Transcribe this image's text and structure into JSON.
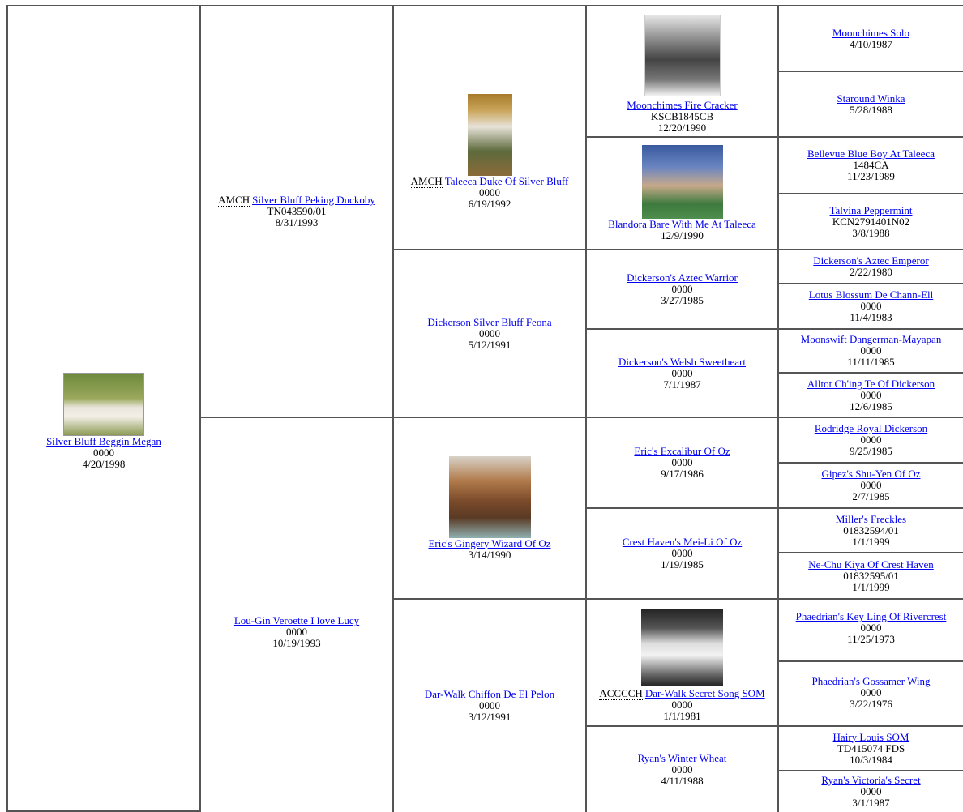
{
  "gen1": {
    "name": "Silver Bluff Beggin Megan",
    "reg": "0000",
    "dob": "4/20/1998"
  },
  "gen2": [
    {
      "title": "AMCH",
      "name": "Silver Bluff Peking Duckoby",
      "reg": "TN043590/01",
      "dob": "8/31/1993"
    },
    {
      "name": "Lou-Gin Veroette I love Lucy",
      "reg": "0000",
      "dob": "10/19/1993"
    }
  ],
  "gen3": [
    {
      "title": "AMCH",
      "name": "Taleeca Duke Of Silver Bluff",
      "reg": "0000",
      "dob": "6/19/1992"
    },
    {
      "name": "Dickerson Silver Bluff Feona",
      "reg": "0000",
      "dob": "5/12/1991"
    },
    {
      "name": "Eric's Gingery Wizard Of Oz",
      "dob": "3/14/1990"
    },
    {
      "name": "Dar-Walk Chiffon De El Pelon",
      "reg": "0000",
      "dob": "3/12/1991"
    }
  ],
  "gen4": [
    {
      "name": "Moonchimes Fire Cracker",
      "reg": "KSCB1845CB",
      "dob": "12/20/1990"
    },
    {
      "name": "Blandora Bare With Me At Taleeca",
      "dob": "12/9/1990"
    },
    {
      "name": "Dickerson's Aztec Warrior",
      "reg": "0000",
      "dob": "3/27/1985"
    },
    {
      "name": "Dickerson's Welsh Sweetheart",
      "reg": "0000",
      "dob": "7/1/1987"
    },
    {
      "name": "Eric's Excalibur Of Oz",
      "reg": "0000",
      "dob": "9/17/1986"
    },
    {
      "name": "Crest Haven's Mei-Li Of Oz",
      "reg": "0000",
      "dob": "1/19/1985"
    },
    {
      "title": "ACCCCH",
      "name": "Dar-Walk Secret Song SOM",
      "reg": "0000",
      "dob": "1/1/1981"
    },
    {
      "name": "Ryan's Winter Wheat",
      "reg": "0000",
      "dob": "4/11/1988"
    }
  ],
  "gen5": [
    {
      "name": "Moonchimes Solo",
      "dob": "4/10/1987"
    },
    {
      "name": "Staround Winka",
      "dob": "5/28/1988"
    },
    {
      "name": "Bellevue Blue Boy At Taleeca",
      "reg": "1484CA",
      "dob": "11/23/1989"
    },
    {
      "name": "Talvina Peppermint",
      "reg": "KCN2791401N02",
      "dob": "3/8/1988"
    },
    {
      "name": "Dickerson's Aztec Emperor",
      "dob": "2/22/1980"
    },
    {
      "name": "Lotus Blossum De Chann-Ell",
      "reg": "0000",
      "dob": "11/4/1983"
    },
    {
      "name": "Moonswift Dangerman-Mayapan",
      "reg": "0000",
      "dob": "11/11/1985"
    },
    {
      "name": "Alltot Ch'ing Te Of Dickerson",
      "reg": "0000",
      "dob": "12/6/1985"
    },
    {
      "name": "Rodridge Royal Dickerson",
      "reg": "0000",
      "dob": "9/25/1985"
    },
    {
      "name": "Gipez's Shu-Yen Of Oz",
      "reg": "0000",
      "dob": "2/7/1985"
    },
    {
      "name": "Miller's Freckles",
      "reg": "01832594/01",
      "dob": "1/1/1999"
    },
    {
      "name": "Ne-Chu Kiya Of Crest Haven",
      "reg": "01832595/01",
      "dob": "1/1/1999"
    },
    {
      "name": "Phaedrian's Key Ling Of Rivercrest",
      "reg": "0000",
      "dob": "11/25/1973"
    },
    {
      "name": "Phaedrian's Gossamer Wing",
      "reg": "0000",
      "dob": "3/22/1976"
    },
    {
      "name": "Hairy Louis SOM",
      "reg": "TD415074 FDS",
      "dob": "10/3/1984"
    },
    {
      "name": "Ryan's Victoria's Secret",
      "reg": "0000",
      "dob": "3/1/1987"
    }
  ],
  "colors": {
    "link": "#0000ee",
    "border": "#555555"
  }
}
